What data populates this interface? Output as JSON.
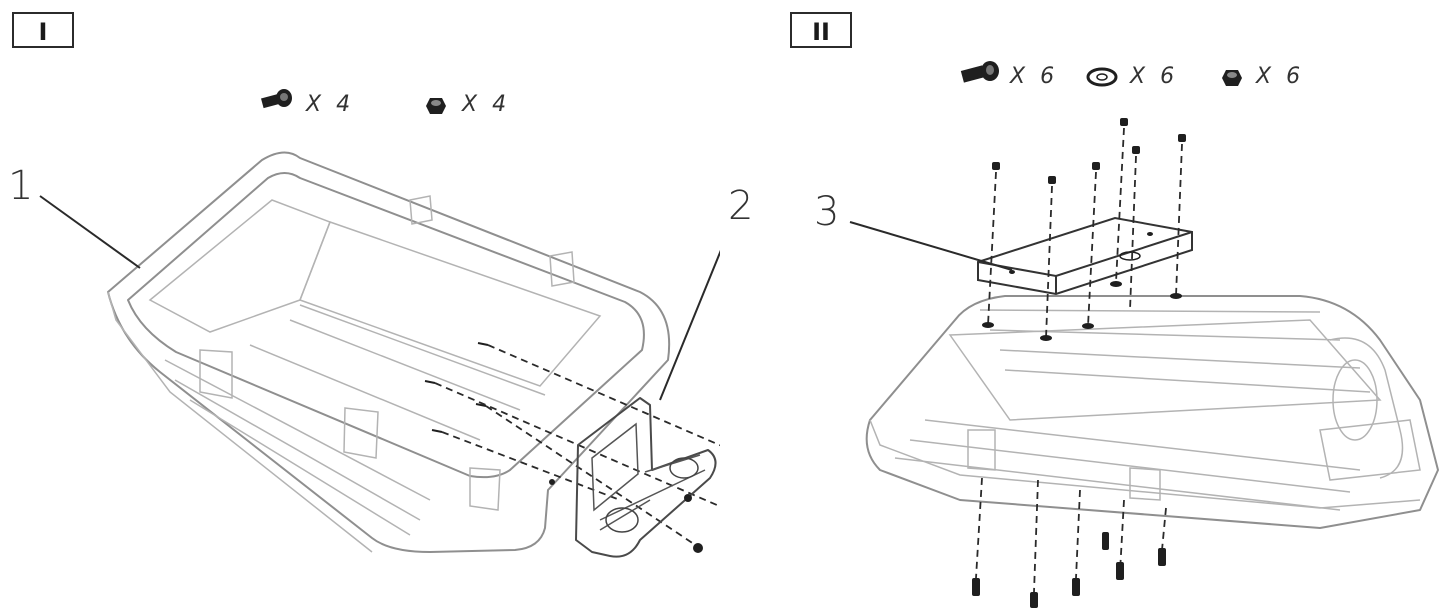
{
  "steps": [
    {
      "label": "I",
      "callouts": [
        {
          "number": "1"
        },
        {
          "number": "2"
        }
      ],
      "hardware": [
        {
          "icon": "bolt-icon",
          "quantity": "X 4"
        },
        {
          "icon": "nut-icon",
          "quantity": "X 4"
        }
      ]
    },
    {
      "label": "II",
      "callouts": [
        {
          "number": "3"
        }
      ],
      "hardware": [
        {
          "icon": "bolt-icon",
          "quantity": "X 6"
        },
        {
          "icon": "washer-icon",
          "quantity": "X 6"
        },
        {
          "icon": "nut-icon",
          "quantity": "X 6"
        }
      ]
    }
  ],
  "colors": {
    "line_art": "#8f8f8f",
    "ink": "#1f1f1f",
    "background": "#ffffff"
  }
}
